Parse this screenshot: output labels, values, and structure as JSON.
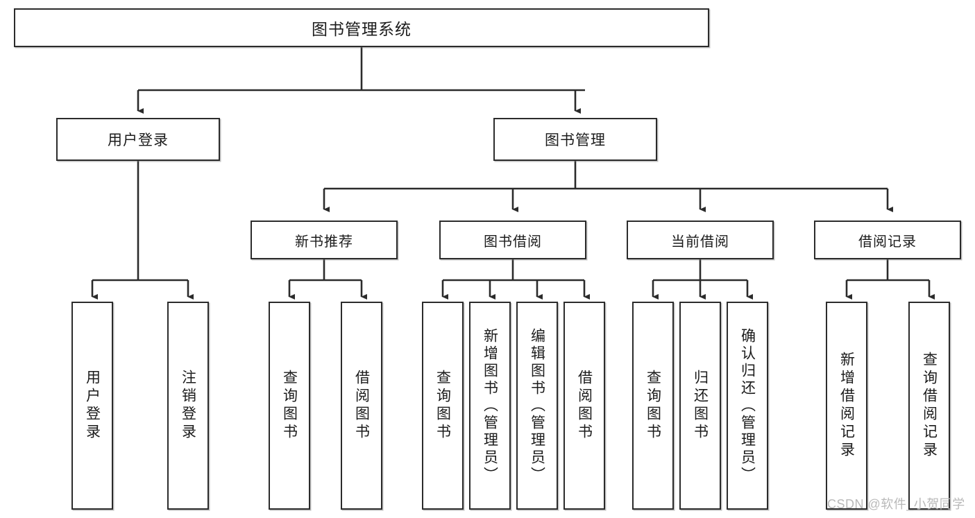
{
  "diagram": {
    "type": "tree",
    "title": "图书管理系统",
    "root": {
      "label": "图书管理系统"
    },
    "level1": [
      {
        "label": "用户登录"
      },
      {
        "label": "图书管理"
      }
    ],
    "level2": [
      {
        "label": "新书推荐"
      },
      {
        "label": "图书借阅"
      },
      {
        "label": "当前借阅"
      },
      {
        "label": "借阅记录"
      }
    ],
    "leaves": {
      "user_login": [
        {
          "label": "用户登录"
        },
        {
          "label": "注销登录"
        }
      ],
      "new_book": [
        {
          "label": "查询图书"
        },
        {
          "label": "借阅图书"
        }
      ],
      "borrow": [
        {
          "label": "查询图书"
        },
        {
          "label": "新增图书（管理员）"
        },
        {
          "label": "编辑图书（管理员）"
        },
        {
          "label": "借阅图书"
        }
      ],
      "current": [
        {
          "label": "查询图书"
        },
        {
          "label": "归还图书"
        },
        {
          "label": "确认归还（管理员）"
        }
      ],
      "records": [
        {
          "label": "新增借阅记录"
        },
        {
          "label": "查询借阅记录"
        }
      ]
    }
  },
  "watermark": {
    "text": "CSDN @软件_小贺同学"
  },
  "colors": {
    "stroke": "#2b2b2b",
    "fill": "#ffffff",
    "text": "#1b1b1b",
    "watermark": "#b9b9b9"
  }
}
